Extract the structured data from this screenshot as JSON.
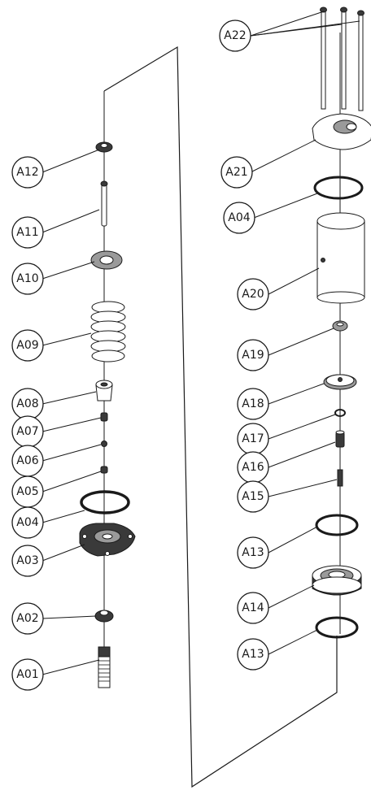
{
  "callouts": {
    "a01": "A01",
    "a02": "A02",
    "a03": "A03",
    "a04_left": "A04",
    "a05": "A05",
    "a06": "A06",
    "a07": "A07",
    "a08": "A08",
    "a09": "A09",
    "a10": "A10",
    "a11": "A11",
    "a12": "A12",
    "a22": "A22",
    "a21": "A21",
    "a04_right": "A04",
    "a20": "A20",
    "a19": "A19",
    "a18": "A18",
    "a17": "A17",
    "a16": "A16",
    "a15": "A15",
    "a13_upper": "A13",
    "a14": "A14",
    "a13_lower": "A13"
  }
}
